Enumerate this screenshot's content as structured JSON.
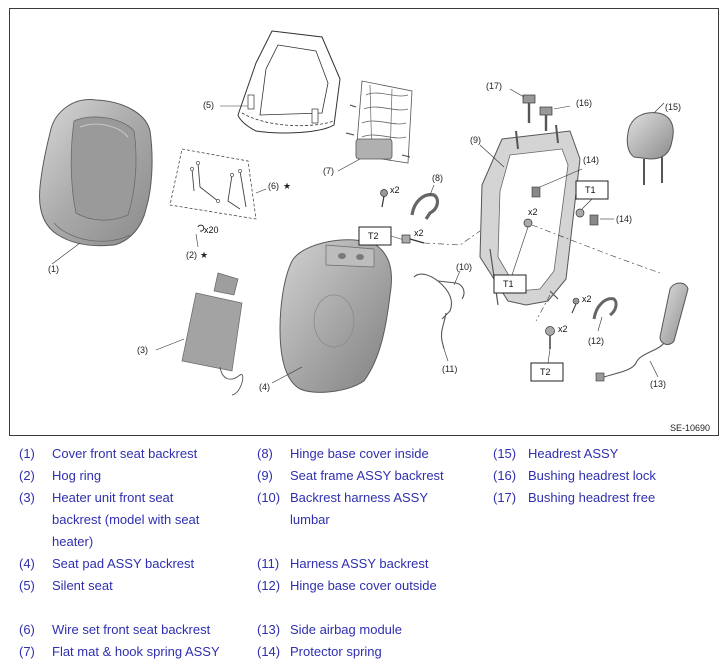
{
  "diagram": {
    "reference": "SE-10690",
    "callouts": {
      "c1": "(1)",
      "c2": "(2)",
      "c3": "(3)",
      "c4": "(4)",
      "c5": "(5)",
      "c6": "(6)",
      "c7": "(7)",
      "c8": "(8)",
      "c9": "(9)",
      "c10": "(10)",
      "c11": "(11)",
      "c12": "(12)",
      "c13": "(13)",
      "c14a": "(14)",
      "c14b": "(14)",
      "c15": "(15)",
      "c16": "(16)",
      "c17": "(17)"
    },
    "star": "★",
    "quantities": {
      "x20": "x20",
      "x2_a": "x2",
      "x2_b": "x2",
      "x2_c": "x2",
      "x2_d": "x2",
      "x2_e": "x2"
    },
    "torque_labels": {
      "t1_upper": "T1",
      "t1_lower": "T1",
      "t2_left": "T2",
      "t2_lower": "T2"
    }
  },
  "legend": [
    {
      "num": "(1)",
      "text": "Cover front seat backrest"
    },
    {
      "num": "(2)",
      "text": "Hog ring"
    },
    {
      "num": "(3)",
      "text": "Heater unit front seat"
    },
    {
      "num": "",
      "text": "backrest (model with seat"
    },
    {
      "num": "",
      "text": "heater)"
    },
    {
      "num": "(4)",
      "text": "Seat pad ASSY backrest"
    },
    {
      "num": "(5)",
      "text": "Silent seat"
    },
    {
      "num": "(6)",
      "text": "Wire set front seat backrest"
    },
    {
      "num": "(7)",
      "text": "Flat mat & hook spring ASSY"
    },
    {
      "num": "(8)",
      "text": "Hinge base cover inside"
    },
    {
      "num": "(9)",
      "text": "Seat frame ASSY backrest"
    },
    {
      "num": "(10)",
      "text": "Backrest harness ASSY"
    },
    {
      "num": "",
      "text": "lumbar"
    },
    {
      "num": "(11)",
      "text": "Harness ASSY backrest"
    },
    {
      "num": "(12)",
      "text": "Hinge base cover outside"
    },
    {
      "num": "(13)",
      "text": "Side airbag module"
    },
    {
      "num": "(14)",
      "text": "Protector spring"
    },
    {
      "num": "(15)",
      "text": "Headrest ASSY"
    },
    {
      "num": "(16)",
      "text": "Bushing headrest lock"
    },
    {
      "num": "(17)",
      "text": "Bushing headrest free"
    }
  ]
}
